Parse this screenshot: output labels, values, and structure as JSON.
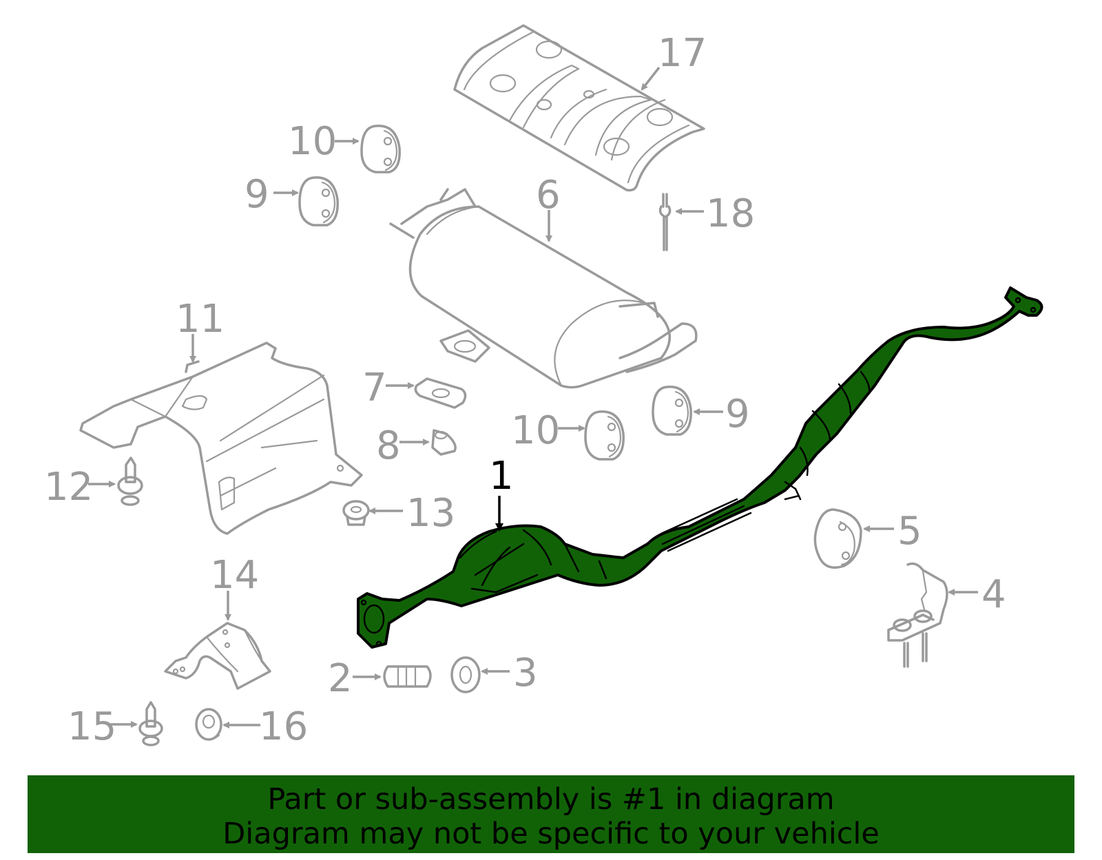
{
  "diagram": {
    "title": "Exhaust system parts diagram",
    "highlight_color": "#116207",
    "line_color": "#9a9a9a",
    "highlighted_part": "1",
    "callouts": [
      {
        "id": "1",
        "label": "1",
        "highlighted": true
      },
      {
        "id": "2",
        "label": "2"
      },
      {
        "id": "3",
        "label": "3"
      },
      {
        "id": "4",
        "label": "4"
      },
      {
        "id": "5",
        "label": "5"
      },
      {
        "id": "6",
        "label": "6"
      },
      {
        "id": "7",
        "label": "7"
      },
      {
        "id": "8",
        "label": "8"
      },
      {
        "id": "9a",
        "label": "9"
      },
      {
        "id": "9b",
        "label": "9"
      },
      {
        "id": "10a",
        "label": "10"
      },
      {
        "id": "10b",
        "label": "10"
      },
      {
        "id": "11",
        "label": "11"
      },
      {
        "id": "12",
        "label": "12"
      },
      {
        "id": "13",
        "label": "13"
      },
      {
        "id": "14",
        "label": "14"
      },
      {
        "id": "15",
        "label": "15"
      },
      {
        "id": "16",
        "label": "16"
      },
      {
        "id": "17",
        "label": "17"
      },
      {
        "id": "18",
        "label": "18"
      }
    ]
  },
  "banner": {
    "line1": "Part or sub-assembly is #1 in diagram",
    "line2": "Diagram may not be specific to your vehicle",
    "background": "#116207"
  }
}
